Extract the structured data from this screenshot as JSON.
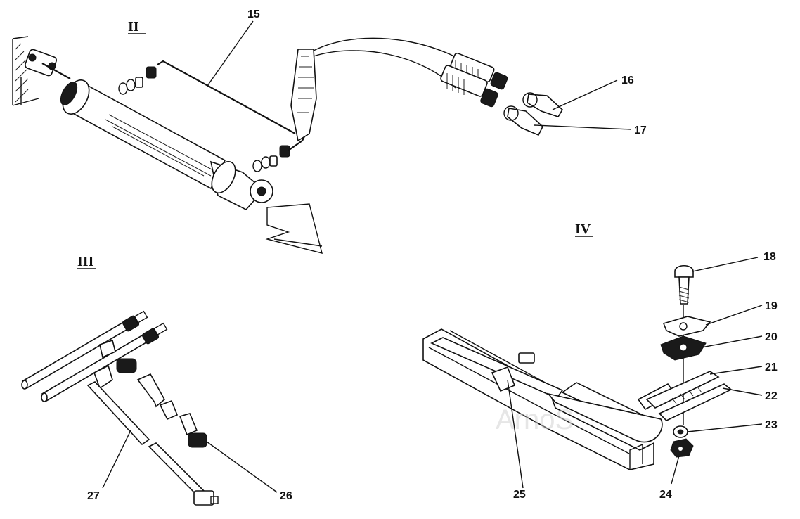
{
  "sections": [
    "II",
    "III",
    "IV"
  ],
  "callouts": [
    "15",
    "16",
    "17",
    "18",
    "19",
    "20",
    "21",
    "22",
    "23",
    "24",
    "25",
    "26",
    "27"
  ],
  "watermark": "ArnoS"
}
